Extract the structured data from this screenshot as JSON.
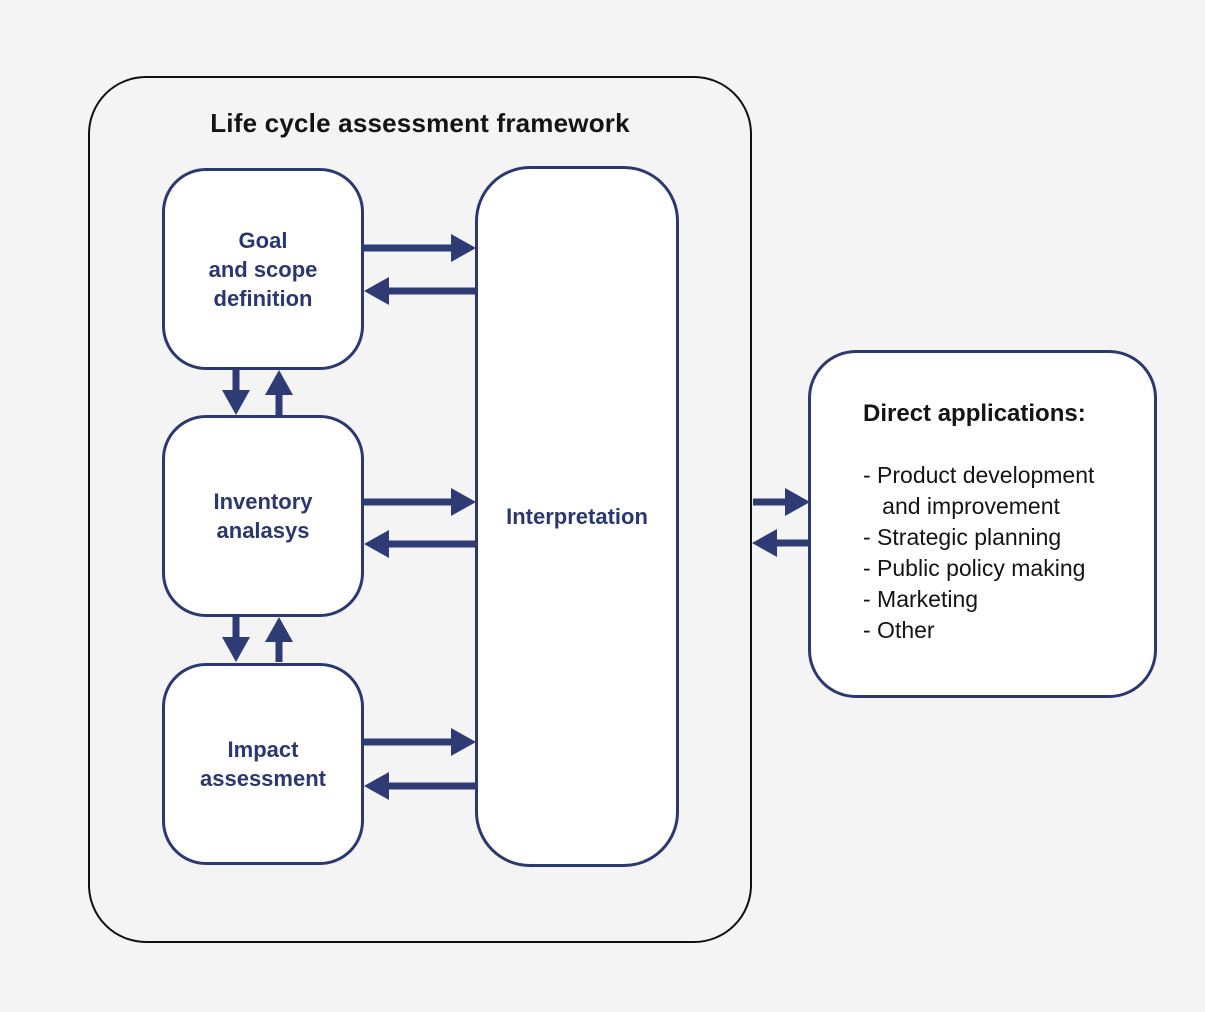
{
  "diagram": {
    "title": "Life cycle assessment framework",
    "boxes": {
      "goal": "Goal\nand scope\ndefinition",
      "inventory": "Inventory\nanalasys",
      "impact": "Impact\nassessment",
      "interpretation": "Interpretation"
    },
    "direct_applications": {
      "title": "Direct applications:",
      "items": [
        "- Product development\n   and improvement",
        "- Strategic planning",
        "- Public policy making",
        "- Marketing",
        "- Other"
      ]
    },
    "colors": {
      "accent_navy": "#2e3b74",
      "frame_border": "#101010",
      "background": "#f4f4f5",
      "box_fill": "#ffffff"
    }
  }
}
